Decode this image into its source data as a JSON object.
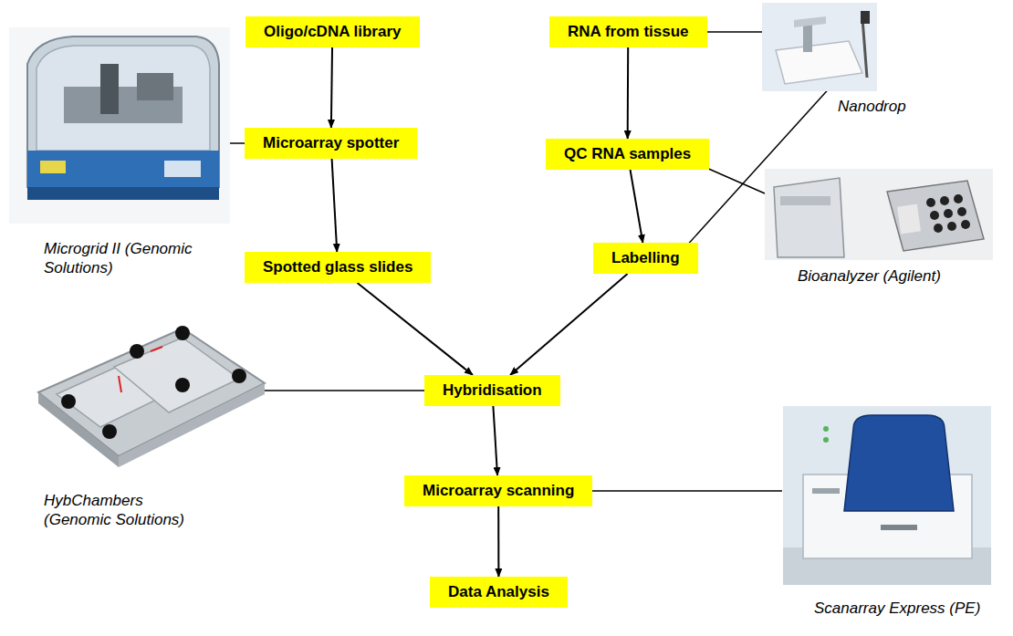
{
  "diagram": {
    "nodes": [
      {
        "text": [
          "Oligo/cDNA library"
        ]
      },
      {
        "text": [
          "RNA from tissue"
        ]
      },
      {
        "text": [
          "Microarray spotter"
        ]
      },
      {
        "text": [
          "QC RNA samples"
        ]
      },
      {
        "text": [
          "Spotted glass slides"
        ]
      },
      {
        "text": [
          "Labelling"
        ]
      },
      {
        "text": [
          "Hybridisation"
        ]
      },
      {
        "text": [
          "Microarray scanning"
        ]
      },
      {
        "text": [
          "Data Analysis"
        ]
      }
    ],
    "edges": [
      {
        "from": 0,
        "to": 2,
        "arrow": "to"
      },
      {
        "from": 2,
        "to": 4,
        "arrow": "to"
      },
      {
        "from": 1,
        "to": 3,
        "arrow": "to"
      },
      {
        "from": 3,
        "to": 5,
        "arrow": "to"
      },
      {
        "from": 4,
        "to": 6,
        "arrow": "to"
      },
      {
        "from": 5,
        "to": 6,
        "arrow": "to"
      },
      {
        "from": 6,
        "to": 7,
        "arrow": "to"
      },
      {
        "from": 7,
        "to": 8,
        "arrow": "to"
      }
    ],
    "labels": [
      "Microgrid II (Genomic Solutions)",
      "Nanodrop",
      "Bioanalyzer (Agilent)",
      "HybChambers (Genomic Solutions)",
      "Scanarray Express (PE)"
    ]
  }
}
